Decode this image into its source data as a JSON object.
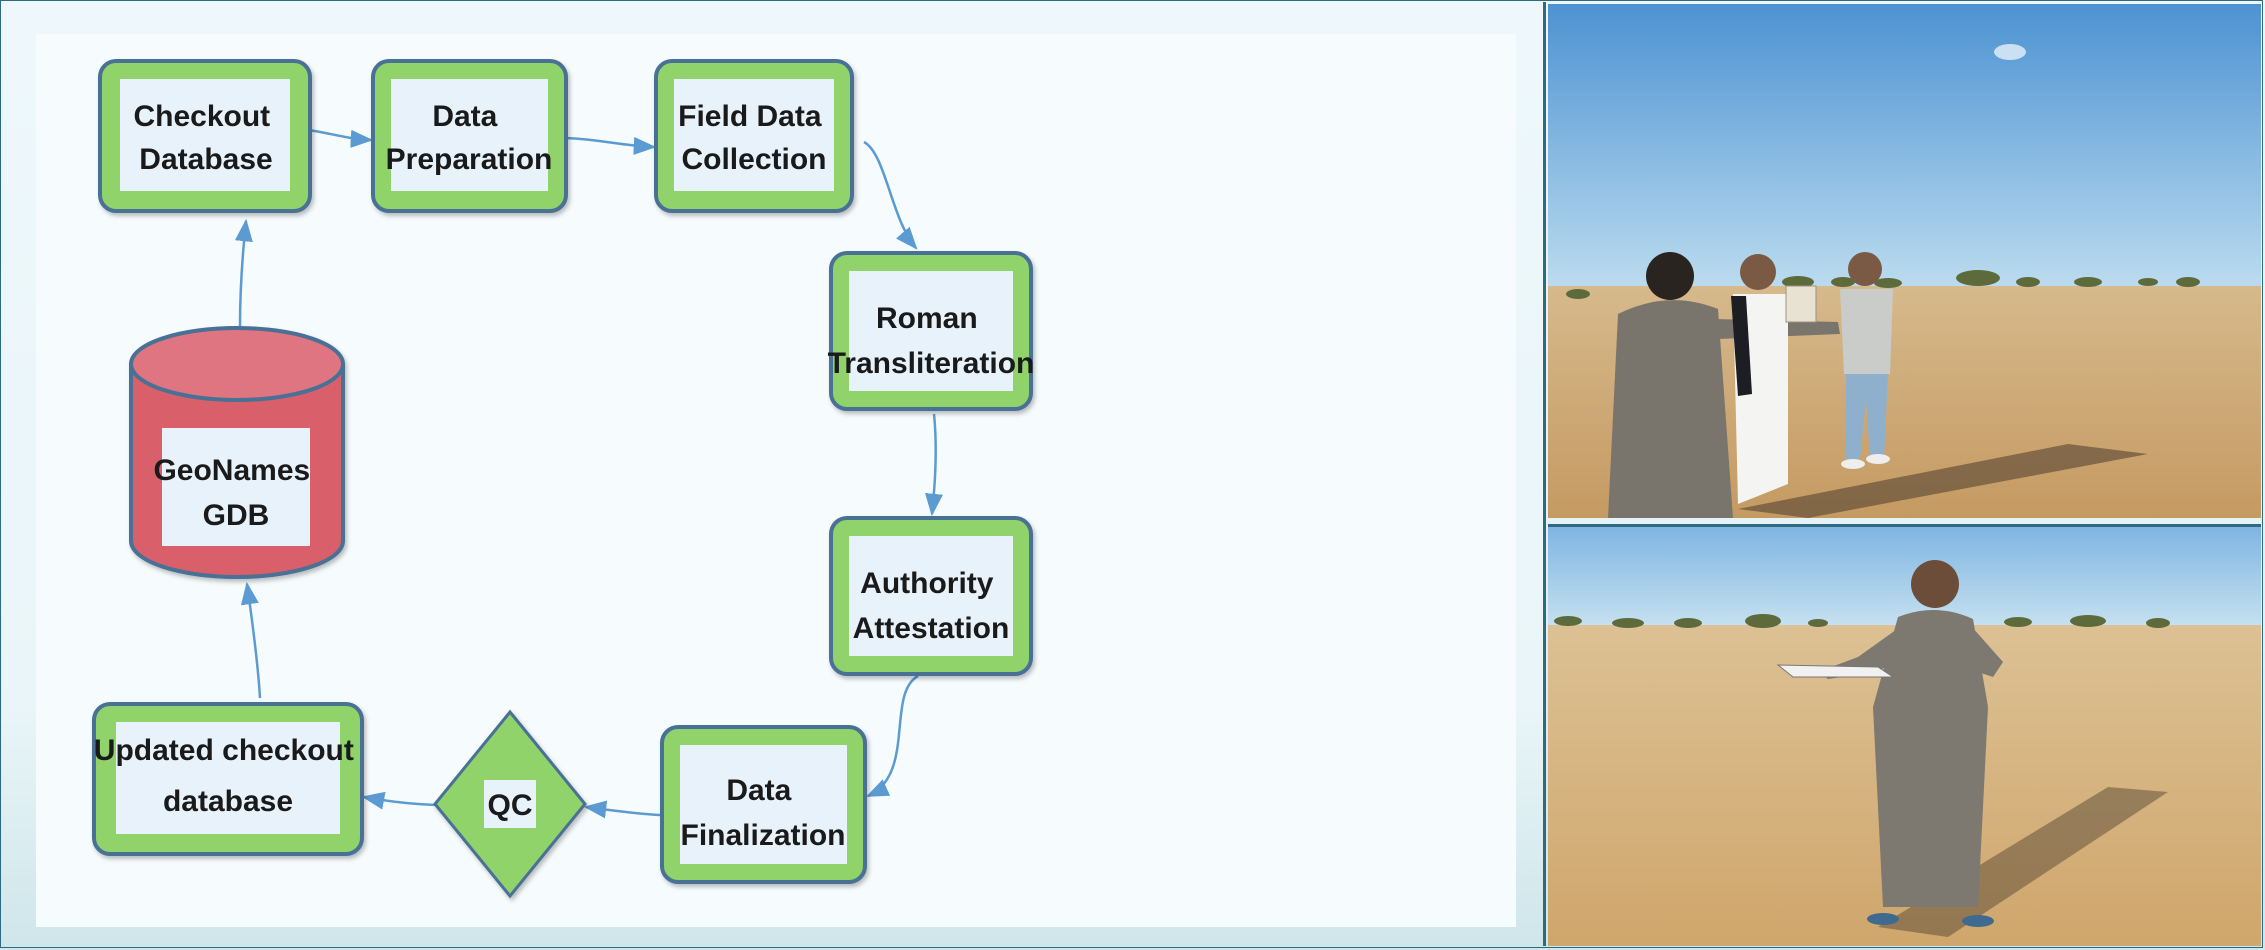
{
  "diagram": {
    "nodes": {
      "checkout_database": [
        "Checkout",
        "Database"
      ],
      "data_preparation": [
        "Data",
        "Preparation"
      ],
      "field_data_collection": [
        "Field Data",
        "Collection"
      ],
      "roman_transliteration": [
        "Roman",
        "Transliteration"
      ],
      "authority_attestation": [
        "Authority",
        "Attestation"
      ],
      "data_finalization": [
        "Data",
        "Finalization"
      ],
      "qc": "QC",
      "updated_checkout_database": [
        "Updated checkout",
        "database"
      ],
      "geonames_gdb": [
        "GeoNames",
        "GDB"
      ]
    },
    "edges": [
      [
        "checkout_database",
        "data_preparation"
      ],
      [
        "data_preparation",
        "field_data_collection"
      ],
      [
        "field_data_collection",
        "roman_transliteration"
      ],
      [
        "roman_transliteration",
        "authority_attestation"
      ],
      [
        "authority_attestation",
        "data_finalization"
      ],
      [
        "data_finalization",
        "qc"
      ],
      [
        "qc",
        "updated_checkout_database"
      ],
      [
        "updated_checkout_database",
        "geonames_gdb"
      ],
      [
        "geonames_gdb",
        "checkout_database"
      ]
    ]
  },
  "colors": {
    "node_fill": "#8fd36a",
    "node_border": "#4a6f95",
    "label_box": "#e8f2fa",
    "cylinder_fill": "#d9606b",
    "arrow": "#5b9bd1",
    "frame": "#2f6b80"
  },
  "photos": {
    "top": "photo of three men in a desert field reviewing a document",
    "bottom": "photo of a man in a thobe reading a clipboard in a desert field"
  }
}
